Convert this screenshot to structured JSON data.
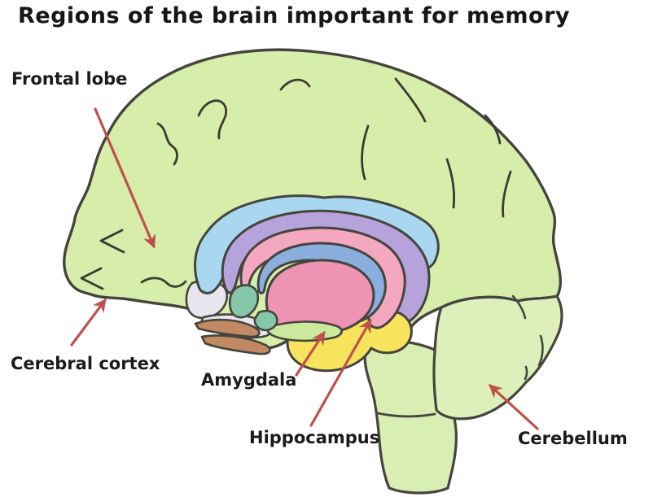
{
  "title": "Regions of the brain important for memory",
  "diagram": {
    "kind": "hand-drawn lateral view of human brain with labeled memory regions",
    "labels": {
      "frontal_lobe": "Frontal lobe",
      "cerebral_cortex": "Cerebral cortex",
      "amygdala": "Amygdala",
      "hippocampus": "Hippocampus",
      "cerebellum": "Cerebellum"
    },
    "colors": {
      "background": "#ffffff",
      "text": "#161616",
      "outline": "#45443e",
      "arrow": "#c0504d",
      "cortex_green": "#d7eeab",
      "cerebellum_green": "#ddf0bb",
      "brainstem_green": "#d9eeb2",
      "limbic_outer_blue": "#a8d7ef",
      "limbic_purple": "#b7a3dc",
      "limbic_pink_ring": "#f3a8c0",
      "limbic_inner_blue": "#8aaede",
      "limbic_pink_center": "#ee93b4",
      "amygdala_yellow": "#f7e35c",
      "teal_patch": "#85c7aa",
      "brown_band": "#c28a62",
      "gray_band": "#e7e6ee",
      "green_band": "#cbe89c"
    }
  }
}
